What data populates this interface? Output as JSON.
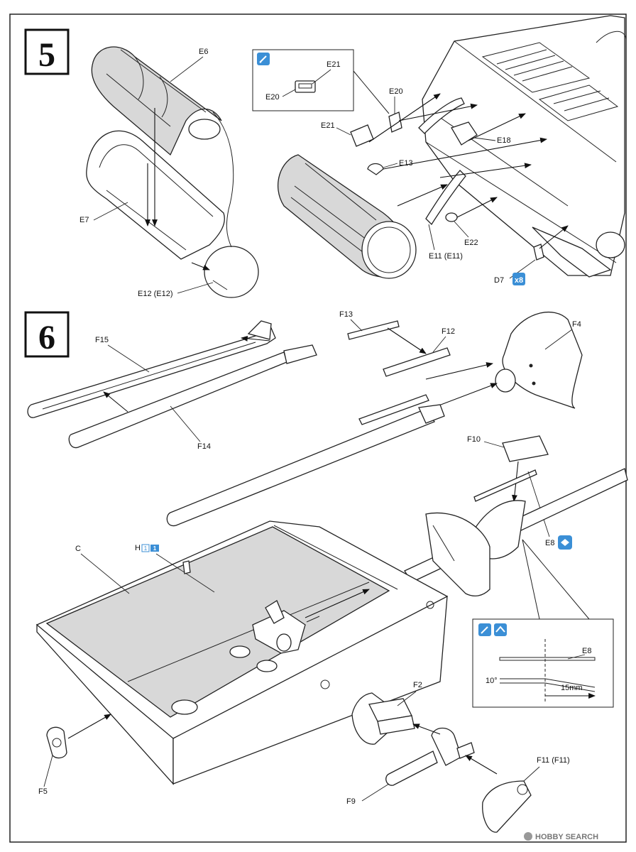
{
  "steps": [
    {
      "number": "5"
    },
    {
      "number": "6"
    }
  ],
  "step5": {
    "labels": {
      "E6": "E6",
      "E7": "E7",
      "E12": "E12 (E12)",
      "E21_inset": "E21",
      "E20_inset": "E20",
      "E20": "E20",
      "E21": "E21",
      "E13": "E13",
      "E18": "E18",
      "E22": "E22",
      "E11": "E11 (E11)",
      "D7": "D7"
    },
    "d7_quantity": "x8",
    "glue_icon": "glue-brush-icon"
  },
  "step6": {
    "labels": {
      "F13": "F13",
      "F12": "F12",
      "F4": "F4",
      "F15": "F15",
      "F14": "F14",
      "F10": "F10",
      "E8": "E8",
      "C": "C",
      "F2": "F2",
      "F11": "F11 (F11)",
      "F9": "F9",
      "F5": "F5",
      "inset_E8": "E8",
      "inset_angle": "10°",
      "inset_length": "15mm"
    },
    "h_ref": [
      "H",
      "1",
      "1"
    ],
    "bend_icon": "bend-arrows-icon",
    "inset_icons": [
      "glue-brush-icon",
      "bend-up-icon"
    ]
  },
  "watermark": "HOBBY SEARCH",
  "colors": {
    "accent": "#3b8fd6",
    "ink": "#222222",
    "deck": "#d8d8d8"
  }
}
